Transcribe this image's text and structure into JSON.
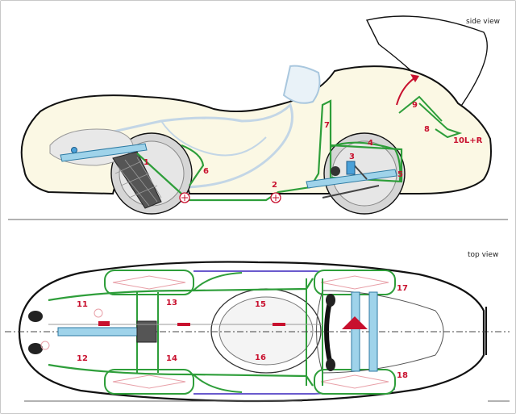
{
  "views": {
    "side": "side view",
    "top": "top view"
  },
  "side_labels": [
    {
      "id": "1",
      "text": "1"
    },
    {
      "id": "2",
      "text": "2"
    },
    {
      "id": "3",
      "text": "3"
    },
    {
      "id": "4",
      "text": "4"
    },
    {
      "id": "5",
      "text": "5"
    },
    {
      "id": "6",
      "text": "6"
    },
    {
      "id": "7",
      "text": "7"
    },
    {
      "id": "8",
      "text": "8"
    },
    {
      "id": "9",
      "text": "9"
    },
    {
      "id": "10",
      "text": "10L+R"
    }
  ],
  "top_labels": [
    {
      "id": "11",
      "text": "11"
    },
    {
      "id": "12",
      "text": "12"
    },
    {
      "id": "13",
      "text": "13"
    },
    {
      "id": "14",
      "text": "14"
    },
    {
      "id": "15",
      "text": "15"
    },
    {
      "id": "16",
      "text": "16"
    },
    {
      "id": "17",
      "text": "17"
    },
    {
      "id": "18",
      "text": "18"
    }
  ],
  "colors": {
    "body_fill": "#fbf8e4",
    "outline": "#111111",
    "frame_green": "#2e9e3a",
    "part_blue": "#9fd3ea",
    "label_red": "#c8102e",
    "wheel_gray": "#d9d9d9",
    "chassis_blue": "#6a5acd"
  }
}
